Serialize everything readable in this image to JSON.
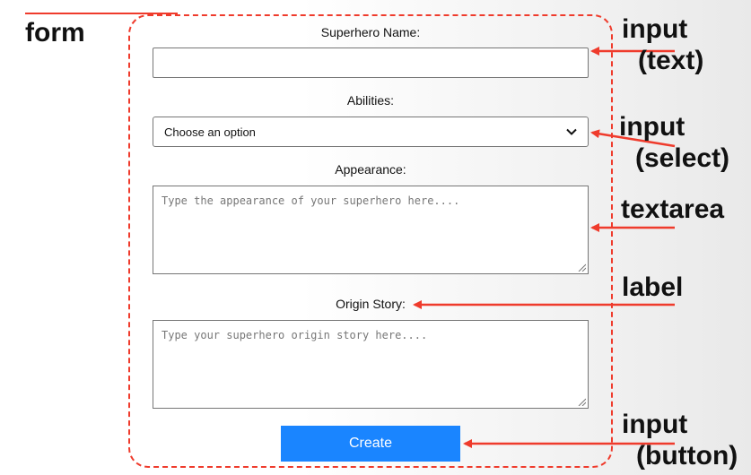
{
  "form": {
    "name_label": "Superhero Name:",
    "abilities_label": "Abilities:",
    "abilities_selected": "Choose an option",
    "appearance_label": "Appearance:",
    "appearance_placeholder": "Type the appearance of your superhero here....",
    "origin_label": "Origin Story:",
    "origin_placeholder": "Type your superhero origin story here....",
    "create_label": "Create"
  },
  "annotations": {
    "form": "form",
    "input_text_1": "input",
    "input_text_2": "(text)",
    "input_select_1": "input",
    "input_select_2": "(select)",
    "textarea": "textarea",
    "label": "label",
    "input_button_1": "input",
    "input_button_2": "(button)"
  },
  "colors": {
    "annotation_red": "#ef3b2c",
    "button_blue": "#1a85ff"
  }
}
